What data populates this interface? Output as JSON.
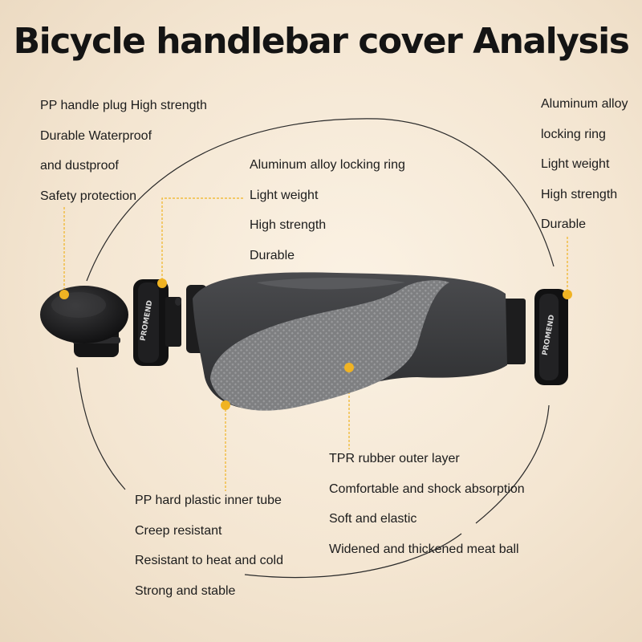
{
  "title": "Bicycle handlebar cover Analysis",
  "colors": {
    "accent": "#f0b323",
    "background": "#f6ead9",
    "grip_dark": "#3a3b3d",
    "grip_gray": "#7d7e80"
  },
  "callouts": {
    "top_left": {
      "lines": [
        "PP handle plug High strength",
        "Durable Waterproof",
        "and dustproof",
        "Safety protection"
      ]
    },
    "top_center": {
      "lines": [
        "Aluminum alloy locking ring",
        "Light weight",
        "High strength",
        "Durable"
      ]
    },
    "top_right": {
      "lines": [
        "Aluminum alloy",
        "locking ring",
        "Light weight",
        "High strength",
        "Durable"
      ]
    },
    "bottom_right": {
      "lines": [
        "TPR rubber outer layer",
        "Comfortable and shock absorption",
        "Soft and elastic",
        "Widened and thickened meat ball"
      ]
    },
    "bottom_left": {
      "lines": [
        "PP hard plastic inner tube",
        "Creep resistant",
        "Resistant to heat and cold",
        "Strong and stable"
      ]
    }
  },
  "ring_brand": "PROMEND"
}
